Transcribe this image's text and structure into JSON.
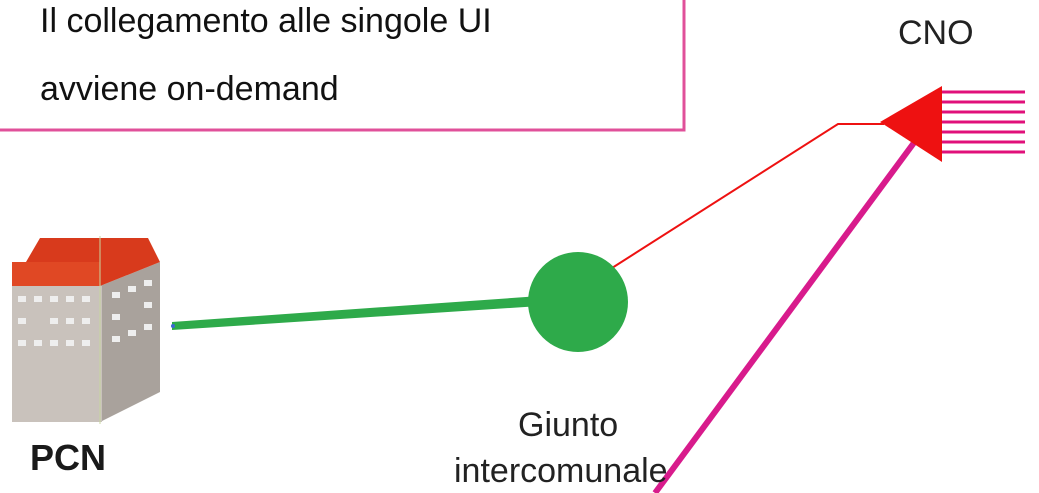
{
  "note": {
    "line1": "Il collegamento alle singole UI",
    "line2": "avviene on-demand"
  },
  "nodes": {
    "cno": "CNO",
    "pcn": "PCN",
    "joint_line1": "Giunto",
    "joint_line2": "intercomunale"
  },
  "colors": {
    "note_border": "#e0509a",
    "feeder_cable": "#2eaa4a",
    "cno_link": "#ee1111",
    "drop_cable": "#d81b8c",
    "splitter": "#ee1111",
    "joint": "#2eaa4a",
    "building_roof": "#d83a1c",
    "building_wall": "#c9c2bc"
  }
}
